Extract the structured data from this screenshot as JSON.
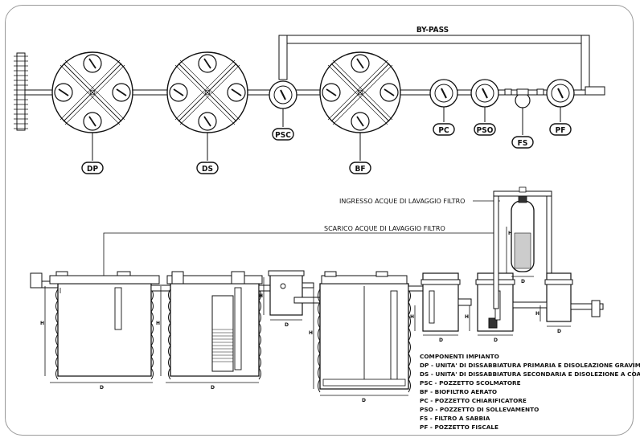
{
  "bypass_label": "BY-PASS",
  "plan_tags": {
    "dp": "DP",
    "ds": "DS",
    "bf": "BF",
    "psc": "PSC",
    "pc": "PC",
    "pso": "PSO",
    "fs": "FS",
    "pf": "PF"
  },
  "flows": {
    "ingresso": "INGRESSO ACQUE DI LAVAGGIO FILTRO",
    "scarico": "SCARICO ACQUE DI LAVAGGIO FILTRO"
  },
  "dimensions": {
    "h": "H",
    "d": "D"
  },
  "legend": {
    "title": "COMPONENTI IMPIANTO",
    "items": [
      "DP - UNITA' DI DISSABBIATURA PRIMARIA E DISOLEAZIONE GRAVIMETRICA",
      "DS - UNITA' DI DISSABBIATURA SECONDARIA E DISOLEZIONE A COALESCENZA",
      "PSC - POZZETTO SCOLMATORE",
      "BF - BIOFILTRO AERATO",
      "PC - POZZETTO CHIARIFICATORE",
      "PSO - POZZETTO DI SOLLEVAMENTO",
      "FS - FILTRO A SABBIA",
      "PF - POZZETTO FISCALE"
    ]
  }
}
